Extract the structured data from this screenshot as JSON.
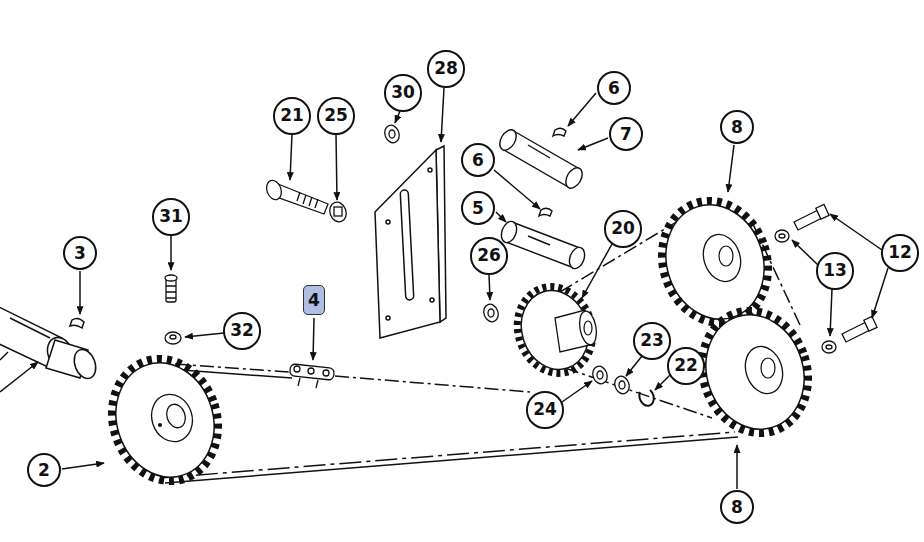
{
  "diagram": {
    "nodes": [
      {
        "text": [
          "28"
        ]
      },
      {
        "text": [
          "30"
        ]
      },
      {
        "text": [
          "6"
        ]
      },
      {
        "text": [
          "21"
        ]
      },
      {
        "text": [
          "25"
        ]
      },
      {
        "text": [
          "8"
        ]
      },
      {
        "text": [
          "7"
        ]
      },
      {
        "text": [
          "6"
        ]
      },
      {
        "text": [
          "5"
        ]
      },
      {
        "text": [
          "31"
        ]
      },
      {
        "text": [
          "20"
        ]
      },
      {
        "text": [
          "3"
        ]
      },
      {
        "text": [
          "26"
        ]
      },
      {
        "text": [
          "12"
        ]
      },
      {
        "text": [
          "13"
        ]
      },
      {
        "text": [
          "4"
        ]
      },
      {
        "text": [
          "32"
        ]
      },
      {
        "text": [
          "23"
        ]
      },
      {
        "text": [
          "22"
        ]
      },
      {
        "text": [
          "24"
        ]
      },
      {
        "text": [
          "2"
        ]
      },
      {
        "text": [
          "8"
        ]
      }
    ]
  }
}
